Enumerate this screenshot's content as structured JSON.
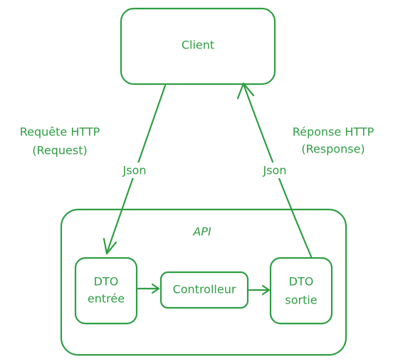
{
  "diagram": {
    "nodes": {
      "client": "Client",
      "api": "API",
      "dto_in_line1": "DTO",
      "dto_in_line2": "entrée",
      "controller": "Controlleur",
      "dto_out_line1": "DTO",
      "dto_out_line2": "sortie"
    },
    "edges": {
      "request_title_line1": "Requête HTTP",
      "request_title_line2": "(Request)",
      "request_format": "Json",
      "response_title_line1": "Réponse HTTP",
      "response_title_line2": "(Response)",
      "response_format": "Json"
    },
    "color": "#2f9e44"
  }
}
